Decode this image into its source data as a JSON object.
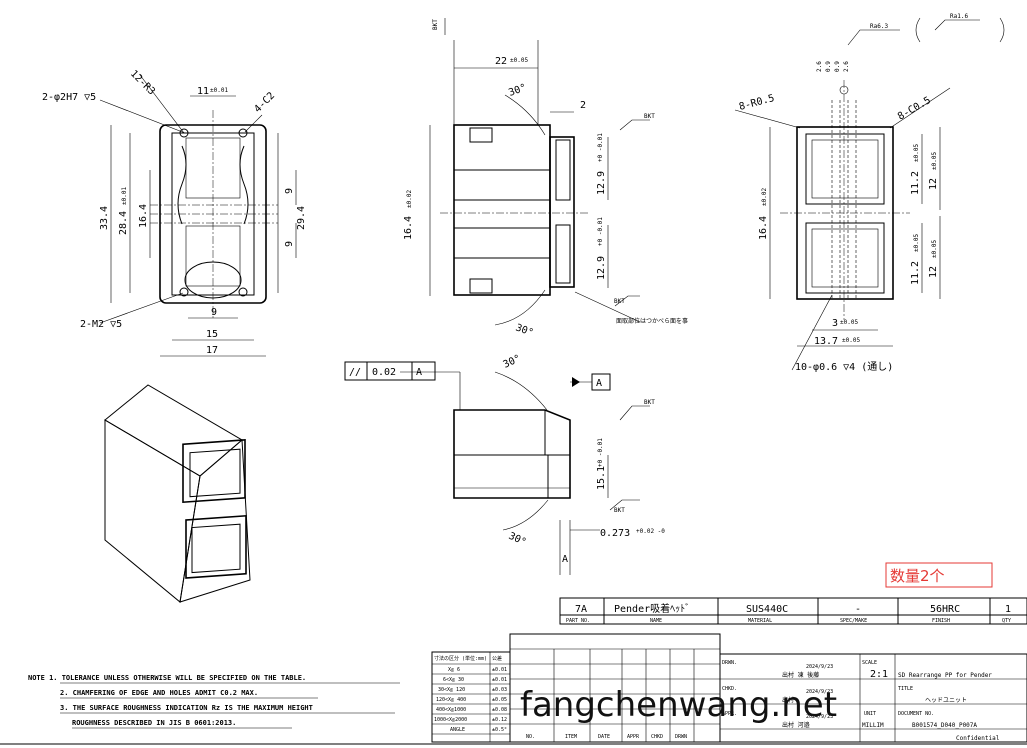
{
  "front_view": {
    "hole_top": "2-φ2H7 ▽5",
    "radius_corner": "12-R3",
    "dim_top": "11",
    "dim_top_tol": "±0.01",
    "chamfer": "4-C2",
    "dim_height_total": "33.4",
    "dim_height_mid": "28.4",
    "dim_height_mid_tol": "±0.01",
    "dim_height_inner": "16.4",
    "dim_right_small": "9",
    "dim_right_mid": "9",
    "dim_right_total": "29.4",
    "thread": "2-M2 ▽5",
    "dim_bottom_9": "9",
    "dim_bottom_15": "15",
    "dim_bottom_17": "17"
  },
  "side_view": {
    "datum_top": "BKT",
    "dim_22": "22",
    "dim_22_tol": "±0.05",
    "angle_top": "30°",
    "dim_2": "2",
    "rough_mark": "BKT",
    "dim_left": "16.4",
    "dim_left_tol": "±0.02",
    "dim_upper": "12.9",
    "dim_upper_tol": "+0 -0.01",
    "dim_lower": "12.9",
    "dim_lower_tol": "+0 -0.01",
    "angle_bottom": "30°",
    "rough_low": "BKT",
    "note_jp": "面取部位はつかべら面を事"
  },
  "end_view": {
    "rough_1": "Ra6.3",
    "rough_2": "Ra1.6",
    "radius": "8-R0.5",
    "chamfer": "8-C0.5",
    "top_dims": [
      "2.6",
      "0.9",
      "0.9",
      "2.6"
    ],
    "dim_left": "16.4",
    "dim_left_tol": "±0.02",
    "dim_upper": "11.2",
    "dim_upper_tol": "±0.05",
    "dim_upper_outer": "12",
    "dim_upper_outer_tol": "±0.05",
    "dim_lower": "11.2",
    "dim_lower_tol": "±0.05",
    "dim_lower_outer": "12",
    "dim_lower_outer_tol": "±0.05",
    "dim_3": "3",
    "dim_3_tol": "±0.05",
    "dim_13": "13.7",
    "dim_13_tol": "±0.05",
    "holes": "10-φ0.6 ▽4 (通し)"
  },
  "section_view": {
    "tolerance_symbol": "//",
    "tolerance_value": "0.02",
    "tolerance_datum": "A",
    "datum_label": "A",
    "angle_top": "30°",
    "rough": "BKT",
    "dim_15": "15.1",
    "dim_15_tol": "+0 -0.01",
    "rough_low": "BKT",
    "angle_bottom": "30°",
    "dim_0273": "0.273",
    "dim_0273_tol": "+0.02 -0",
    "section_mark": "A"
  },
  "annotation_red": "数量2个",
  "watermark": "fangchenwang.net",
  "notes": [
    "NOTE 1. TOLERANCE UNLESS OTHERWISE WILL BE SPECIFIED ON THE TABLE.",
    "2. CHAMFERING OF EDGE AND HOLES ADMIT C0.2 MAX.",
    "3. THE SURFACE ROUGHNESS INDICATION Rz IS THE MAXIMUM HEIGHT",
    "ROUGHNESS DESCRIBED IN JIS B 0601:2013."
  ],
  "tolerance_table": {
    "header": [
      "寸法の区分 (単位:mm)",
      "公差"
    ],
    "rows": [
      [
        "X≦ 6",
        "±0.01"
      ],
      [
        "6<X≦ 30",
        "±0.01"
      ],
      [
        "30<X≦ 120",
        "±0.03"
      ],
      [
        "120<X≦ 400",
        "±0.05"
      ],
      [
        "400<X≦1000",
        "±0.08"
      ],
      [
        "1000<X≦2000",
        "±0.12"
      ],
      [
        "ANGLE",
        "±0.5°"
      ]
    ]
  },
  "parts_row": {
    "no": "7A",
    "name": "Pender吸着ﾍｯﾄﾞ",
    "material": "SUS440C",
    "spec": "-",
    "finish": "56HRC",
    "qty": "1"
  },
  "parts_header": [
    "PART NO.",
    "NAME",
    "MATERIAL",
    "SPEC/MAKE",
    "FINISH",
    "QTY"
  ],
  "rev_header": [
    "NO.",
    "ITEM",
    "DATE",
    "APPR",
    "CHKD",
    "DRWN"
  ],
  "title_block": {
    "drawn_label": "DRWN.",
    "drawn_date": "2024/9/23",
    "drawn_by": "出村 凍 後藤",
    "scale_label": "SCALE",
    "scale": "2:1",
    "title_en": "SD Rearrange PP for Pender",
    "chkd_label": "CHKD.",
    "chkd_date": "2024/9/23",
    "chkd_by": "出村",
    "title_label": "TITLE",
    "title_jp": "ヘッドユニット",
    "appr_label": "APPR.",
    "appr_date": "2024/9/23",
    "appr_by": "出村 河邉",
    "unit_label": "UNIT",
    "unit": "MILLIM",
    "docno_label": "DOCUMENT NO.",
    "docno": "B001574_D040_P007A",
    "confidential": "Confidential"
  }
}
